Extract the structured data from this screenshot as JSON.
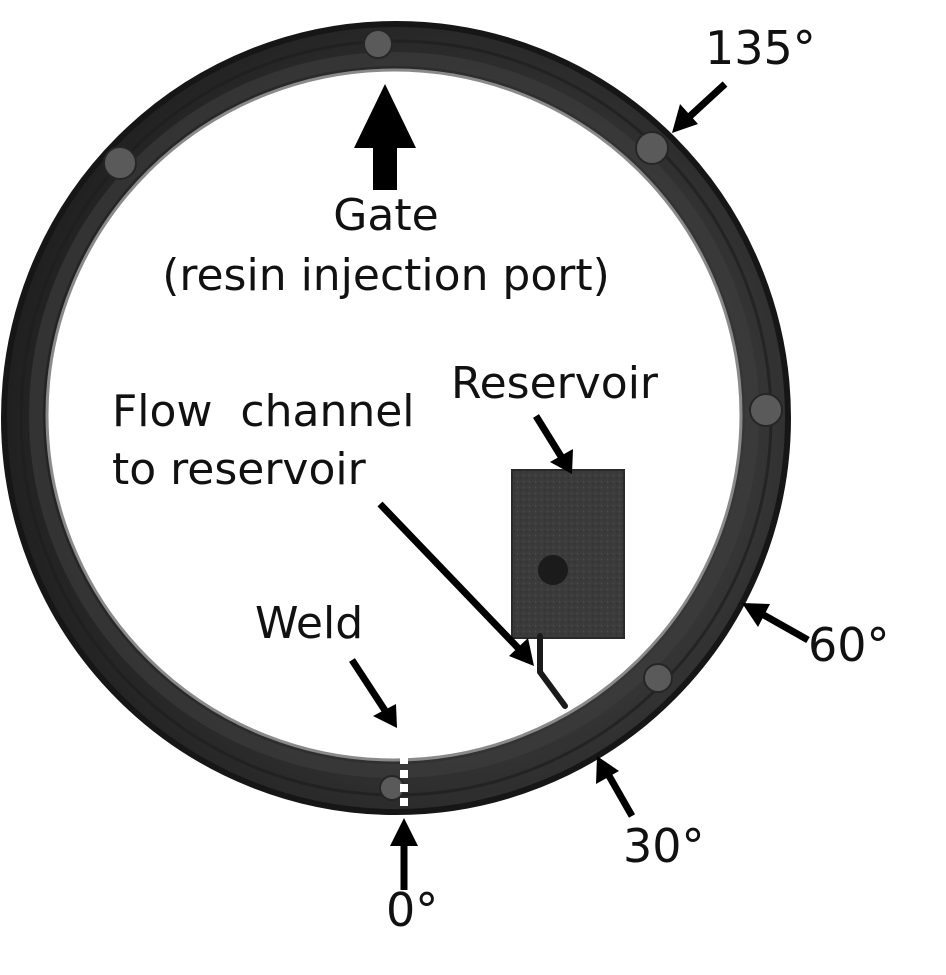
{
  "labels": {
    "gate_line1": "Gate",
    "gate_line2": "(resin injection port)",
    "reservoir": "Reservoir",
    "flow_line1": "Flow  channel",
    "flow_line2": "to reservoir",
    "weld": "Weld",
    "deg_135": "135°",
    "deg_60": "60°",
    "deg_30": "30°",
    "deg_0": "0°"
  },
  "colors": {
    "ring": "#2a2a2a",
    "ring_highlight": "#4a4a4a",
    "ring_shadow": "#161616",
    "reservoir": "#3a3a3a",
    "arrow": "#000000",
    "background": "#ffffff"
  }
}
